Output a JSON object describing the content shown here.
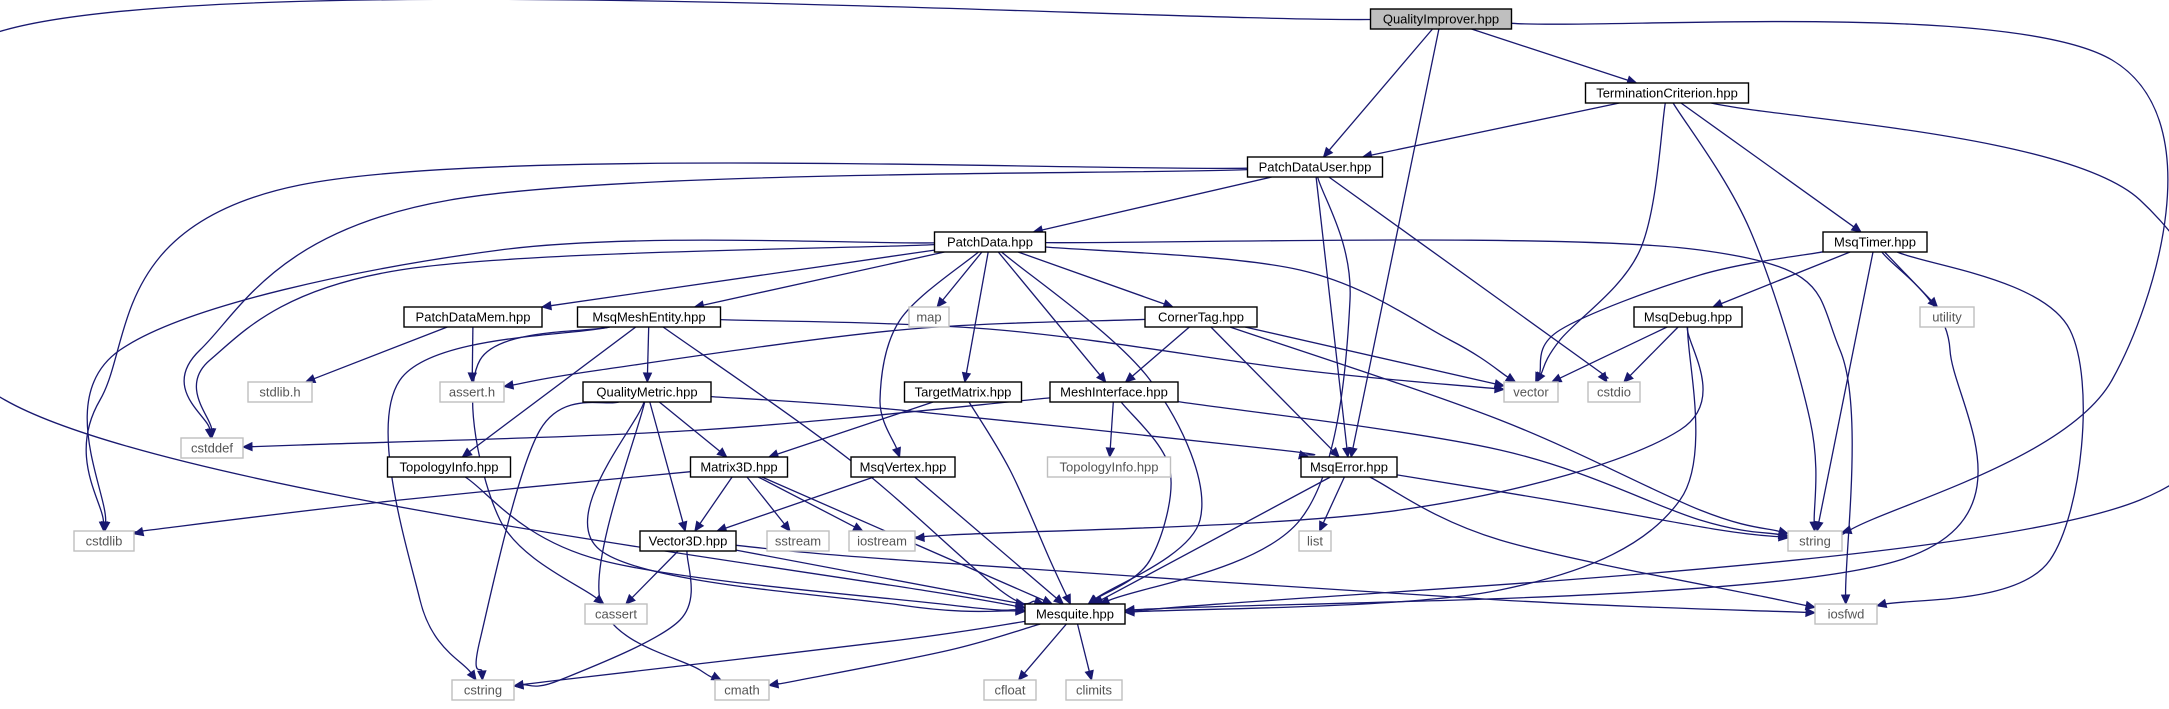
{
  "graph": {
    "colors": {
      "edge": "#191970",
      "root_fill": "#bfbfbf",
      "node_border": "#000000",
      "external_border": "#bfbfbf",
      "external_text": "#555555"
    },
    "nodes": [
      {
        "id": "QualityImprover",
        "label": "QualityImprover.hpp",
        "kind": "root"
      },
      {
        "id": "TerminationCriterion",
        "label": "TerminationCriterion.hpp",
        "kind": "file"
      },
      {
        "id": "PatchDataUser",
        "label": "PatchDataUser.hpp",
        "kind": "file"
      },
      {
        "id": "PatchData",
        "label": "PatchData.hpp",
        "kind": "file"
      },
      {
        "id": "MsqTimer",
        "label": "MsqTimer.hpp",
        "kind": "file"
      },
      {
        "id": "PatchDataMem",
        "label": "PatchDataMem.hpp",
        "kind": "file"
      },
      {
        "id": "MsqMeshEntity",
        "label": "MsqMeshEntity.hpp",
        "kind": "file"
      },
      {
        "id": "CornerTag",
        "label": "CornerTag.hpp",
        "kind": "file"
      },
      {
        "id": "MsqDebug",
        "label": "MsqDebug.hpp",
        "kind": "file"
      },
      {
        "id": "QualityMetric",
        "label": "QualityMetric.hpp",
        "kind": "file"
      },
      {
        "id": "TargetMatrix",
        "label": "TargetMatrix.hpp",
        "kind": "file"
      },
      {
        "id": "MeshInterface",
        "label": "MeshInterface.hpp",
        "kind": "file"
      },
      {
        "id": "TopologyInfoA",
        "label": "TopologyInfo.hpp",
        "kind": "file"
      },
      {
        "id": "Matrix3D",
        "label": "Matrix3D.hpp",
        "kind": "file"
      },
      {
        "id": "MsqVertex",
        "label": "MsqVertex.hpp",
        "kind": "file"
      },
      {
        "id": "MsqError",
        "label": "MsqError.hpp",
        "kind": "file"
      },
      {
        "id": "Vector3D",
        "label": "Vector3D.hpp",
        "kind": "file"
      },
      {
        "id": "Mesquite",
        "label": "Mesquite.hpp",
        "kind": "file"
      },
      {
        "id": "map",
        "label": "map",
        "kind": "external"
      },
      {
        "id": "utility",
        "label": "utility",
        "kind": "external"
      },
      {
        "id": "stdlibh",
        "label": "stdlib.h",
        "kind": "external"
      },
      {
        "id": "asserth",
        "label": "assert.h",
        "kind": "external"
      },
      {
        "id": "vector",
        "label": "vector",
        "kind": "external"
      },
      {
        "id": "cstdio",
        "label": "cstdio",
        "kind": "external"
      },
      {
        "id": "cstddef",
        "label": "cstddef",
        "kind": "external"
      },
      {
        "id": "TopologyInfoB",
        "label": "TopologyInfo.hpp",
        "kind": "external"
      },
      {
        "id": "cstdlib",
        "label": "cstdlib",
        "kind": "external"
      },
      {
        "id": "sstream",
        "label": "sstream",
        "kind": "external"
      },
      {
        "id": "iostream",
        "label": "iostream",
        "kind": "external"
      },
      {
        "id": "list",
        "label": "list",
        "kind": "external"
      },
      {
        "id": "string",
        "label": "string",
        "kind": "external"
      },
      {
        "id": "cassert",
        "label": "cassert",
        "kind": "external"
      },
      {
        "id": "iosfwd",
        "label": "iosfwd",
        "kind": "external"
      },
      {
        "id": "cstring",
        "label": "cstring",
        "kind": "external"
      },
      {
        "id": "cmath",
        "label": "cmath",
        "kind": "external"
      },
      {
        "id": "cfloat",
        "label": "cfloat",
        "kind": "external"
      },
      {
        "id": "climits",
        "label": "climits",
        "kind": "external"
      }
    ],
    "edges": [
      [
        "QualityImprover",
        "TerminationCriterion"
      ],
      [
        "QualityImprover",
        "PatchDataUser"
      ],
      [
        "QualityImprover",
        "MsqError"
      ],
      [
        "QualityImprover",
        "Mesquite"
      ],
      [
        "QualityImprover",
        "string"
      ],
      [
        "TerminationCriterion",
        "PatchDataUser"
      ],
      [
        "TerminationCriterion",
        "MsqTimer"
      ],
      [
        "TerminationCriterion",
        "vector"
      ],
      [
        "TerminationCriterion",
        "string"
      ],
      [
        "TerminationCriterion",
        "Mesquite"
      ],
      [
        "PatchDataUser",
        "PatchData"
      ],
      [
        "PatchDataUser",
        "MsqError"
      ],
      [
        "PatchDataUser",
        "Mesquite"
      ],
      [
        "PatchDataUser",
        "cstdio"
      ],
      [
        "PatchDataUser",
        "cstddef"
      ],
      [
        "PatchDataUser",
        "cstdlib"
      ],
      [
        "PatchData",
        "PatchDataMem"
      ],
      [
        "PatchData",
        "MsqMeshEntity"
      ],
      [
        "PatchData",
        "CornerTag"
      ],
      [
        "PatchData",
        "map"
      ],
      [
        "PatchData",
        "TargetMatrix"
      ],
      [
        "PatchData",
        "MeshInterface"
      ],
      [
        "PatchData",
        "MsqVertex"
      ],
      [
        "PatchData",
        "vector"
      ],
      [
        "PatchData",
        "iosfwd"
      ],
      [
        "PatchData",
        "cstddef"
      ],
      [
        "PatchData",
        "cstdlib"
      ],
      [
        "PatchData",
        "Mesquite"
      ],
      [
        "MsqTimer",
        "MsqDebug"
      ],
      [
        "MsqTimer",
        "vector"
      ],
      [
        "MsqTimer",
        "utility"
      ],
      [
        "MsqTimer",
        "string"
      ],
      [
        "MsqTimer",
        "iosfwd"
      ],
      [
        "MsqTimer",
        "Mesquite"
      ],
      [
        "PatchDataMem",
        "stdlibh"
      ],
      [
        "PatchDataMem",
        "asserth"
      ],
      [
        "MsqMeshEntity",
        "QualityMetric"
      ],
      [
        "MsqMeshEntity",
        "TopologyInfoA"
      ],
      [
        "MsqMeshEntity",
        "vector"
      ],
      [
        "MsqMeshEntity",
        "cassert"
      ],
      [
        "MsqMeshEntity",
        "cstring"
      ],
      [
        "MsqMeshEntity",
        "Mesquite"
      ],
      [
        "CornerTag",
        "MeshInterface"
      ],
      [
        "CornerTag",
        "MsqError"
      ],
      [
        "CornerTag",
        "vector"
      ],
      [
        "CornerTag",
        "asserth"
      ],
      [
        "CornerTag",
        "string"
      ],
      [
        "MsqDebug",
        "vector"
      ],
      [
        "MsqDebug",
        "cstdio"
      ],
      [
        "MsqDebug",
        "iostream"
      ],
      [
        "MsqDebug",
        "Mesquite"
      ],
      [
        "QualityMetric",
        "Matrix3D"
      ],
      [
        "QualityMetric",
        "Vector3D"
      ],
      [
        "QualityMetric",
        "MsqError"
      ],
      [
        "QualityMetric",
        "cstring"
      ],
      [
        "QualityMetric",
        "cmath"
      ],
      [
        "QualityMetric",
        "Mesquite"
      ],
      [
        "TargetMatrix",
        "Matrix3D"
      ],
      [
        "TargetMatrix",
        "Mesquite"
      ],
      [
        "MeshInterface",
        "TopologyInfoB"
      ],
      [
        "MeshInterface",
        "cstddef"
      ],
      [
        "MeshInterface",
        "string"
      ],
      [
        "MeshInterface",
        "Mesquite"
      ],
      [
        "TopologyInfoA",
        "Mesquite"
      ],
      [
        "Matrix3D",
        "Vector3D"
      ],
      [
        "Matrix3D",
        "iostream"
      ],
      [
        "Matrix3D",
        "sstream"
      ],
      [
        "Matrix3D",
        "cstdlib"
      ],
      [
        "Matrix3D",
        "Mesquite"
      ],
      [
        "MsqVertex",
        "Vector3D"
      ],
      [
        "MsqVertex",
        "Mesquite"
      ],
      [
        "MsqError",
        "list"
      ],
      [
        "MsqError",
        "string"
      ],
      [
        "MsqError",
        "iosfwd"
      ],
      [
        "MsqError",
        "Mesquite"
      ],
      [
        "Vector3D",
        "cassert"
      ],
      [
        "Vector3D",
        "cstring"
      ],
      [
        "Vector3D",
        "iosfwd"
      ],
      [
        "Vector3D",
        "Mesquite"
      ],
      [
        "Mesquite",
        "cstring"
      ],
      [
        "Mesquite",
        "cmath"
      ],
      [
        "Mesquite",
        "cfloat"
      ],
      [
        "Mesquite",
        "climits"
      ]
    ]
  }
}
